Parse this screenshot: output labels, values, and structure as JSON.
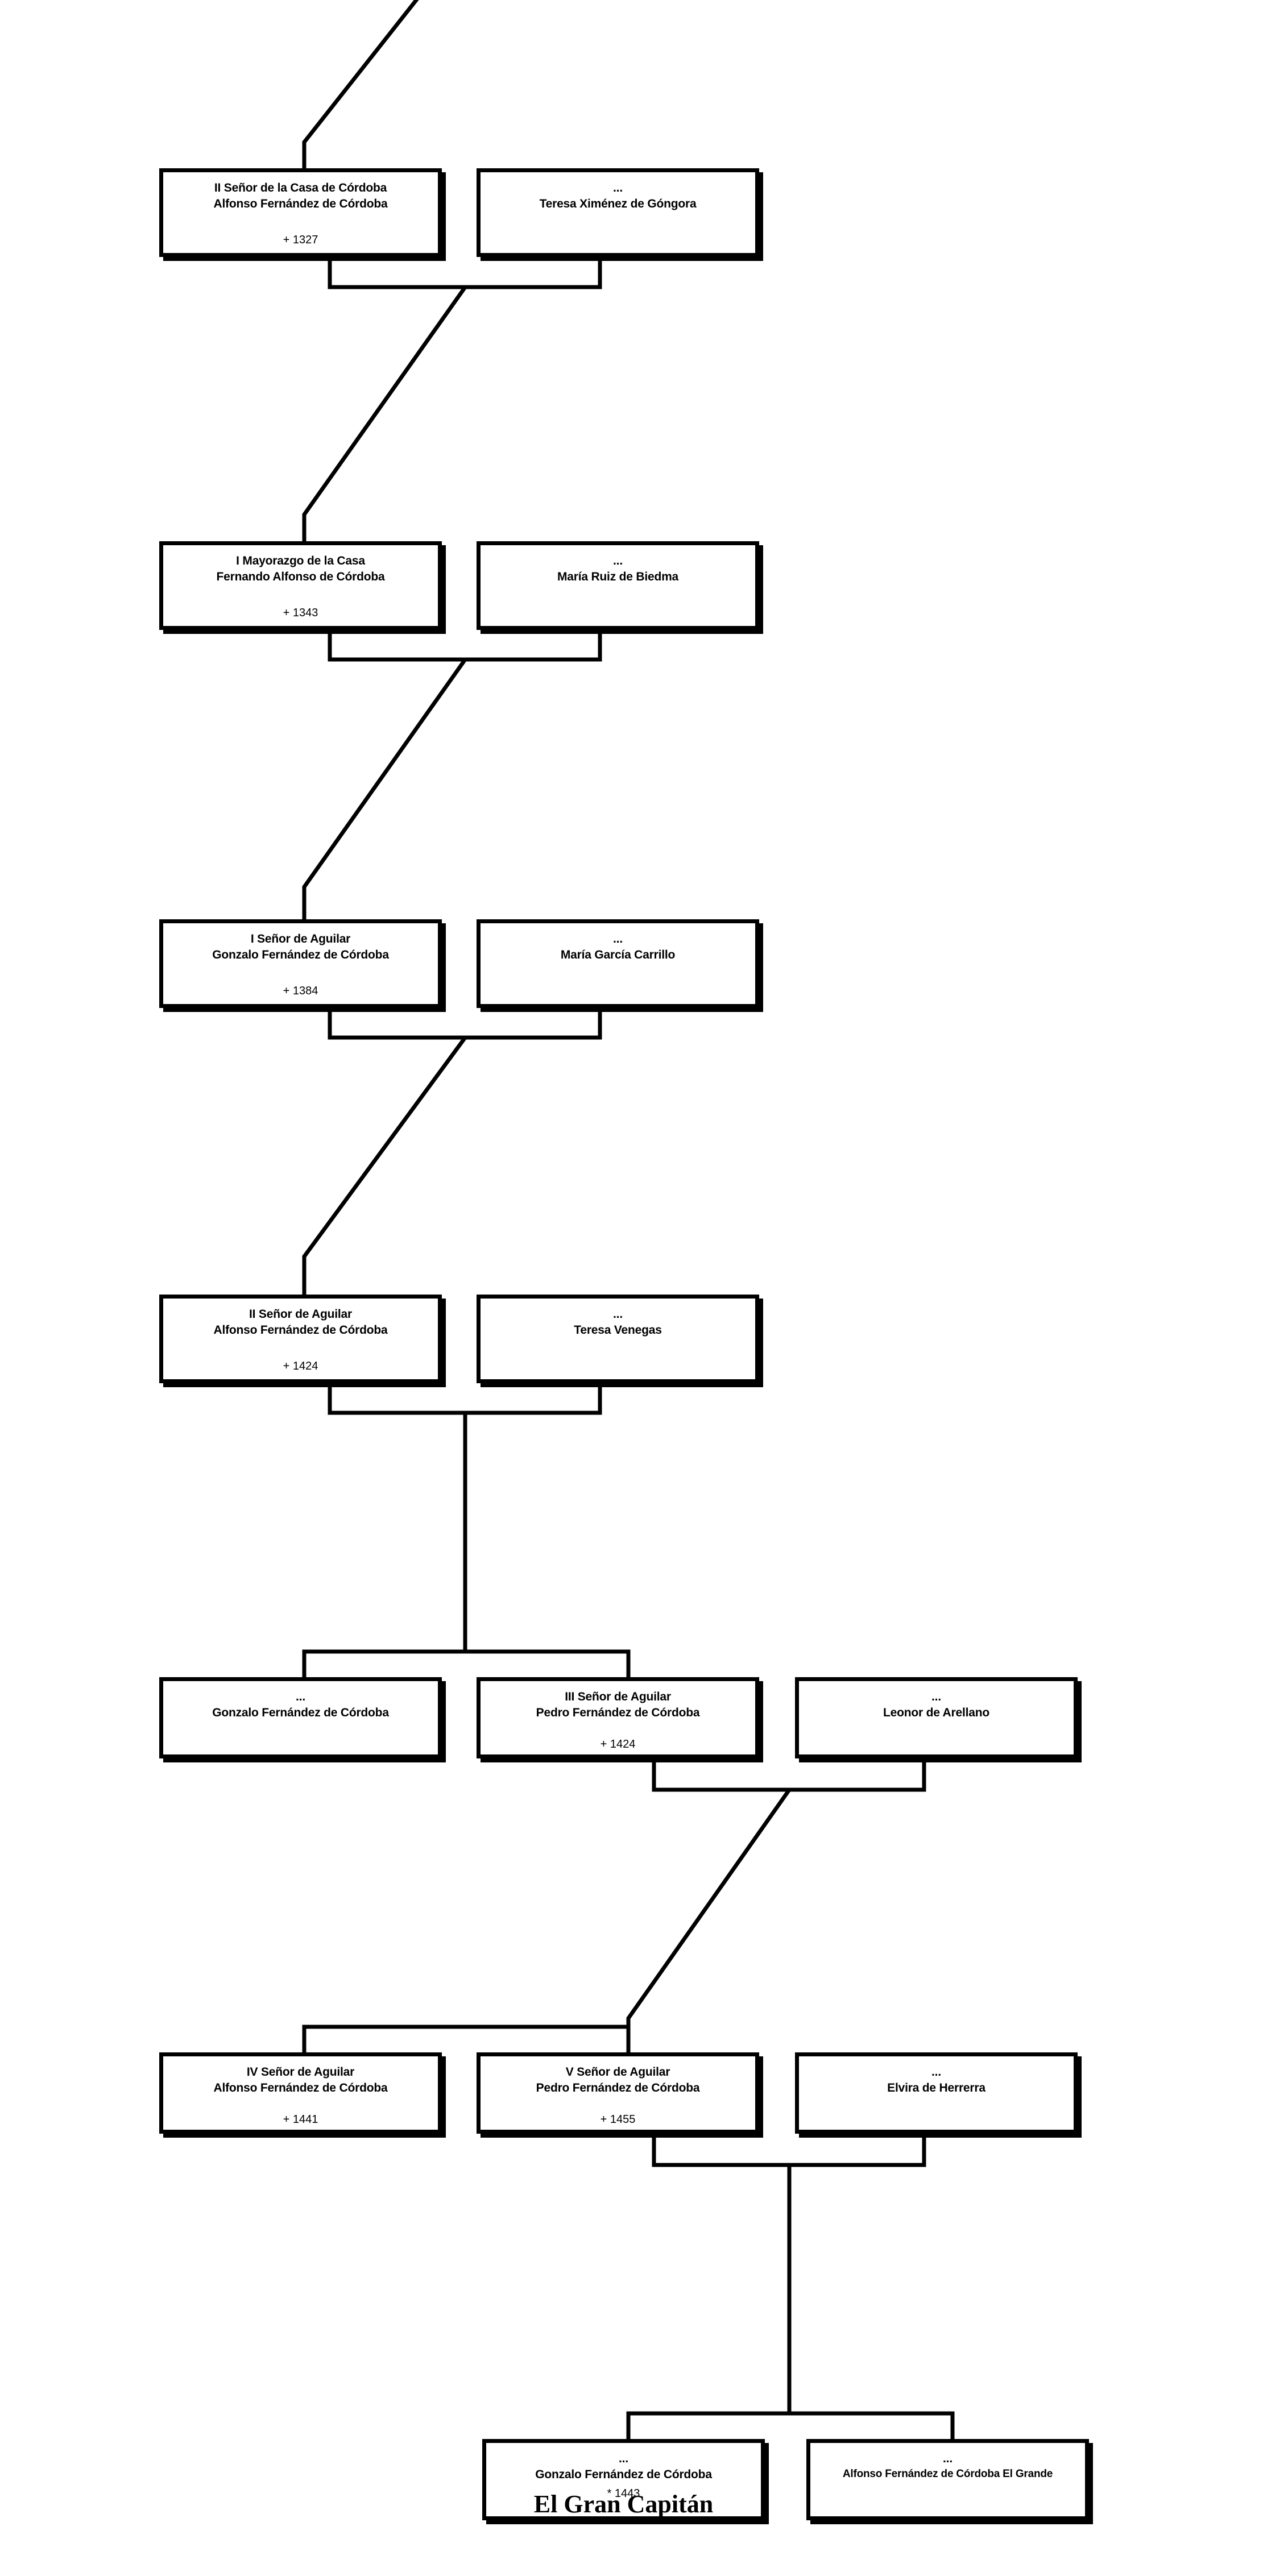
{
  "diagram": {
    "kind": "genealogy-tree",
    "subject": "Gonzalo Fernández de Córdoba, El Gran Capitán — ancestry",
    "ellipsis": "...",
    "background_color": "#ffffff",
    "line_color": "#000000",
    "box_fill": "#ffffff"
  },
  "generations": [
    {
      "id": "gen-1",
      "people": [
        {
          "id": "alfonso-ii-senor-casa-cordoba",
          "title": "II Señor de la Casa de Córdoba",
          "name": "Alfonso Fernández de Córdoba",
          "date": "+ 1327",
          "role": "ancestor"
        },
        {
          "id": "teresa-ximenez-gongora",
          "title": "...",
          "name": "Teresa Ximénez de Góngora",
          "date": "",
          "role": "spouse"
        }
      ]
    },
    {
      "id": "gen-2",
      "people": [
        {
          "id": "fernando-alfonso-i-mayorazgo",
          "title": "I Mayorazgo de la Casa",
          "name": "Fernando Alfonso de Córdoba",
          "date": "+ 1343",
          "role": "ancestor"
        },
        {
          "id": "maria-ruiz-biedma",
          "title": "...",
          "name": "María Ruiz de Biedma",
          "date": "",
          "role": "spouse"
        }
      ]
    },
    {
      "id": "gen-3",
      "people": [
        {
          "id": "gonzalo-i-senor-aguilar",
          "title": "I Señor de Aguilar",
          "name": "Gonzalo Fernández de Córdoba",
          "date": "+ 1384",
          "role": "ancestor"
        },
        {
          "id": "maria-garcia-carrillo",
          "title": "...",
          "name": "María García Carrillo",
          "date": "",
          "role": "spouse"
        }
      ]
    },
    {
      "id": "gen-4",
      "people": [
        {
          "id": "alfonso-ii-senor-aguilar",
          "title": "II Señor de Aguilar",
          "name": "Alfonso Fernández de Córdoba",
          "date": "+ 1424",
          "role": "ancestor"
        },
        {
          "id": "teresa-venegas",
          "title": "...",
          "name": "Teresa Venegas",
          "date": "",
          "role": "spouse"
        }
      ]
    },
    {
      "id": "gen-5",
      "people": [
        {
          "id": "gonzalo-fernandez-cordoba-sibling",
          "title": "...",
          "name": "Gonzalo Fernández de Córdoba",
          "date": "",
          "role": "sibling"
        },
        {
          "id": "pedro-iii-senor-aguilar",
          "title": "III Señor de Aguilar",
          "name": "Pedro Fernández de Córdoba",
          "date": "+ 1424",
          "role": "ancestor"
        },
        {
          "id": "leonor-de-arellano",
          "title": "...",
          "name": "Leonor de Arellano",
          "date": "",
          "role": "spouse"
        }
      ]
    },
    {
      "id": "gen-6",
      "people": [
        {
          "id": "alfonso-iv-senor-aguilar",
          "title": "IV Señor de Aguilar",
          "name": "Alfonso Fernández de Córdoba",
          "date": "+ 1441",
          "role": "sibling"
        },
        {
          "id": "pedro-v-senor-aguilar",
          "title": "V Señor de Aguilar",
          "name": "Pedro Fernández de Córdoba",
          "date": "+ 1455",
          "role": "ancestor"
        },
        {
          "id": "elvira-de-herrerra",
          "title": "...",
          "name": "Elvira de Herrerra",
          "date": "",
          "role": "spouse"
        }
      ]
    },
    {
      "id": "gen-7",
      "people": [
        {
          "id": "gonzalo-el-gran-capitan",
          "title": "...",
          "name": "Gonzalo Fernández de Córdoba",
          "date": "* 1443",
          "epithet": "El Gran Capitán",
          "role": "subject"
        },
        {
          "id": "alfonso-el-grande",
          "title": "...",
          "name": "Alfonso Fernández de Córdoba El Grande",
          "date": "",
          "role": "sibling"
        }
      ]
    }
  ]
}
